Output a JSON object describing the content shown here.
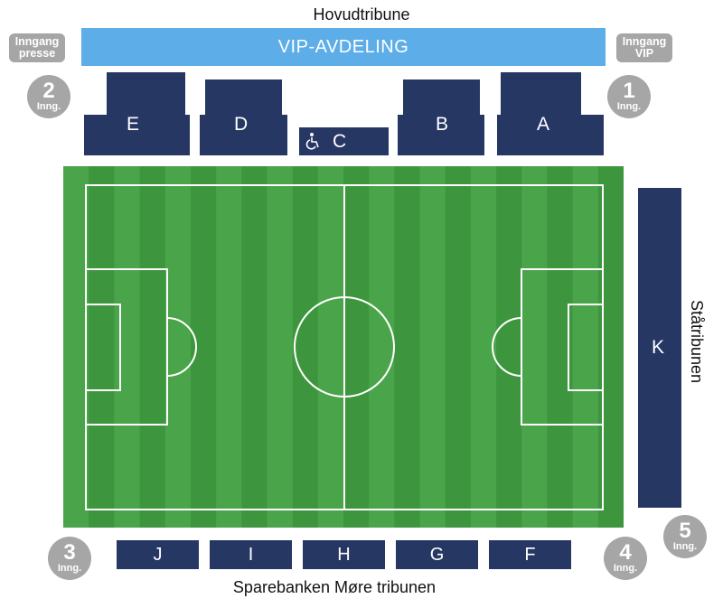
{
  "main_stand": {
    "title": "Hovudtribune",
    "vip_label": "VIP-AVDELING"
  },
  "entrances": {
    "press": [
      "Inngang",
      "presse"
    ],
    "vip": [
      "Inngang",
      "VIP"
    ]
  },
  "gates": [
    {
      "number": "1",
      "label": "Inng."
    },
    {
      "number": "2",
      "label": "Inng."
    },
    {
      "number": "3",
      "label": "Inng."
    },
    {
      "number": "4",
      "label": "Inng."
    },
    {
      "number": "5",
      "label": "Inng."
    }
  ],
  "sections": {
    "a": "A",
    "b": "B",
    "c": "C",
    "d": "D",
    "e": "E",
    "f": "F",
    "g": "G",
    "h": "H",
    "i": "I",
    "j": "J",
    "k": "K"
  },
  "side_stand": {
    "title": "Ståtribunen"
  },
  "bottom_stand": {
    "title": "Sparebanken Møre tribunen"
  },
  "icons": {
    "accessibility": "wheelchair-icon"
  },
  "colors": {
    "stand": "#263763",
    "vip": "#5dade8",
    "gate": "#a6a6a6",
    "pitch_light": "#4aa44a",
    "pitch_dark": "#3d963d"
  }
}
